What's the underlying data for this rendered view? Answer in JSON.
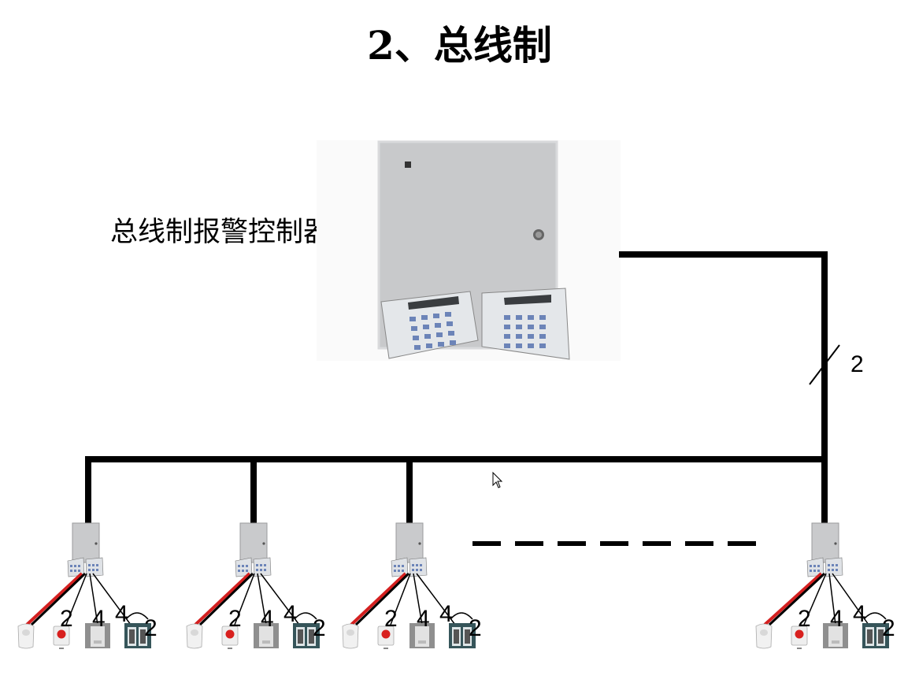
{
  "title": "2、总线制",
  "controller_label": "总线制报警控制器",
  "bus_wire_count": "2",
  "branch_wire_labels": [
    "2",
    "4",
    "4",
    "2"
  ],
  "colors": {
    "bus": "#000000",
    "panel": "#c9cacc",
    "keypad": "#e6e8ea",
    "key": "#6c84b8",
    "red_wire": "#d42020",
    "door_button": "#d8201e"
  },
  "modules": [
    {
      "id": "module-1"
    },
    {
      "id": "module-2"
    },
    {
      "id": "module-3"
    },
    {
      "id": "module-n"
    }
  ]
}
